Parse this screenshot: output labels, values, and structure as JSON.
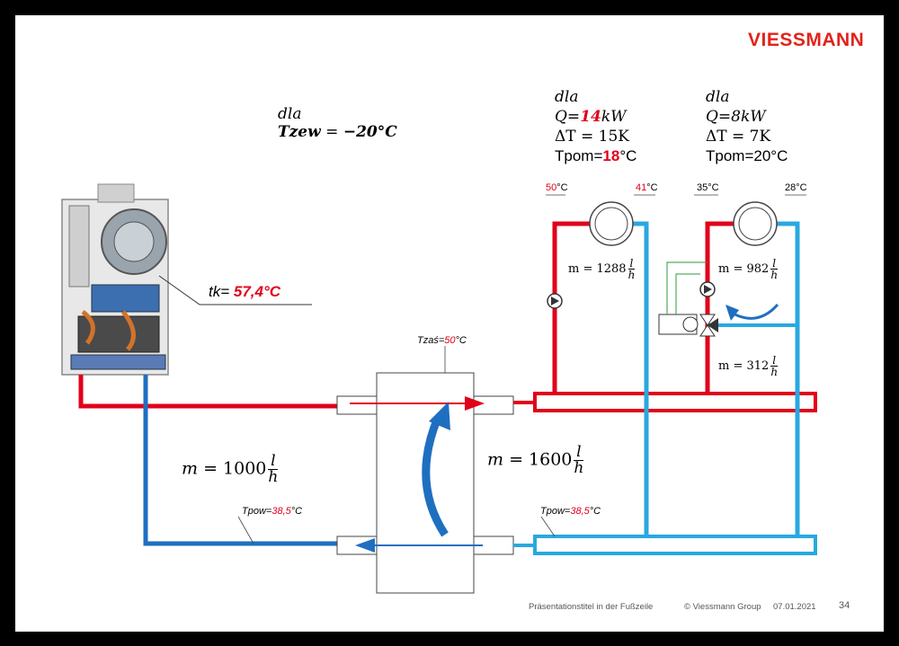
{
  "logo": "VIESSMANN",
  "colors": {
    "supply": "#e1001a",
    "return_primary": "#1f6fc1",
    "return_secondary": "#29a8e0",
    "brand": "#e2231a"
  },
  "condition": {
    "dla": "dla",
    "tzew_label": "Tzew",
    "tzew_eq": "=",
    "tzew_value": "−20°C"
  },
  "circuit1": {
    "dla": "dla",
    "q_prefix": "Q=",
    "q_value": "14",
    "q_unit": "kW",
    "dt": "ΔT = 15K",
    "tpom_prefix": "Tpom=",
    "tpom_value": "18",
    "tpom_unit": "°C",
    "flow": "m = 1288"
  },
  "circuit2": {
    "dla": "dla",
    "q": "Q=8kW",
    "dt": "ΔT = 7K",
    "tpom": "Tpom=20°C",
    "flow": "m = 982",
    "bypass_flow": "m = 312"
  },
  "temps": {
    "c1_supply_value": "50",
    "c1_supply_unit": "°C",
    "c1_return_value": "41",
    "c1_return_unit": "°C",
    "c2_supply": "35°C",
    "c2_return": "28°C"
  },
  "boiler": {
    "tk_label": "tk=",
    "tk_value": "57,4°C"
  },
  "separator": {
    "tzas_label": "Tzaś=",
    "tzas_value": "50",
    "tzas_unit": "°C"
  },
  "primary": {
    "flow_value": "= 1000"
  },
  "secondary": {
    "flow_value": "= 1600"
  },
  "units": {
    "l": "l",
    "h": "h"
  },
  "tpow": {
    "label": "Tpow=",
    "value": "38,5",
    "unit": "°C"
  },
  "footer": {
    "title": "Präsentationstitel in der Fußzeile",
    "company": "© Viessmann Group",
    "date": "07.01.2021",
    "page": "34"
  }
}
